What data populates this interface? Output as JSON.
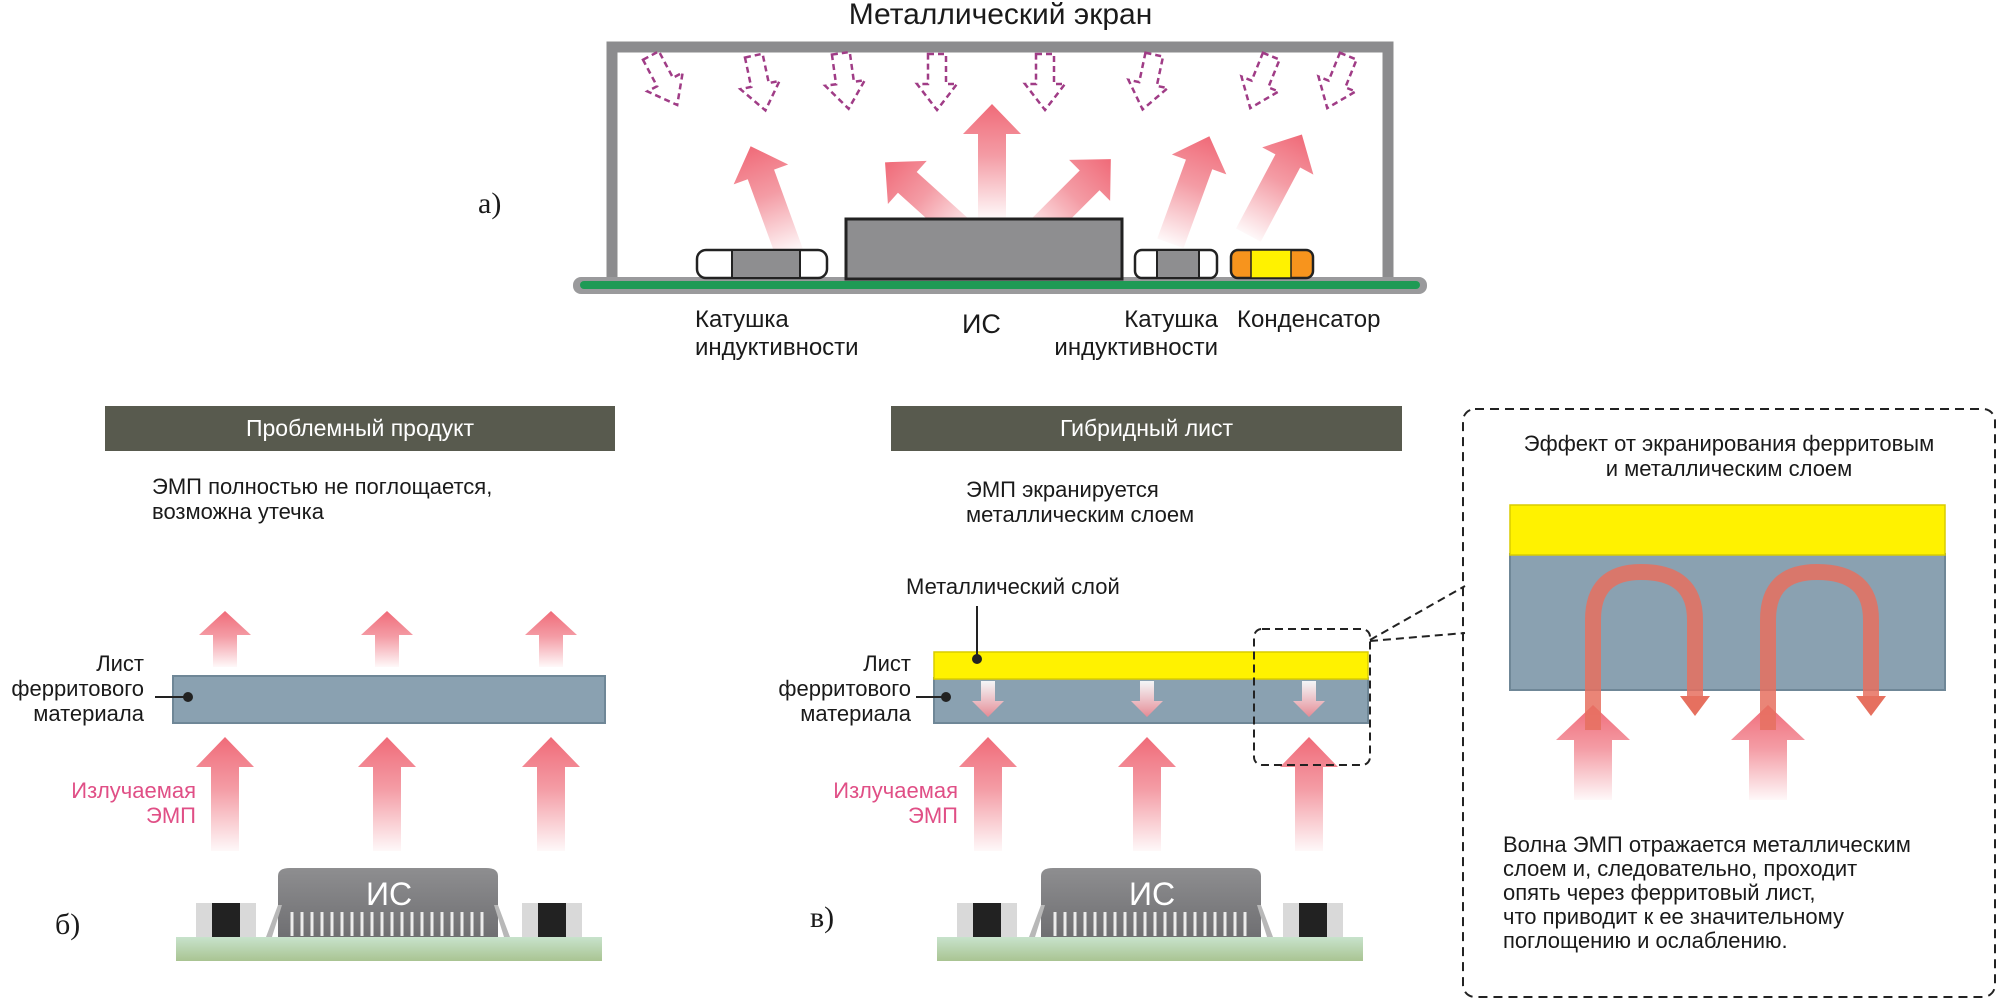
{
  "top": {
    "title": "Металлический экран",
    "label": "а)",
    "inductor_left": [
      "Катушка",
      "индуктивности"
    ],
    "ic": "ИС",
    "inductor_right": [
      "Катушка",
      "индуктивности"
    ],
    "capacitor": "Конденсатор"
  },
  "left_panel": {
    "label": "б)",
    "banner": "Проблемный продукт",
    "desc": [
      "ЭМП полностью не поглощается,",
      "возможна утечка"
    ],
    "ferrite": [
      "Лист",
      "ферритового",
      "материала"
    ],
    "emission": [
      "Излучаемая",
      "ЭМП"
    ],
    "ic": "ИС"
  },
  "mid_panel": {
    "label": "в)",
    "banner": "Гибридный лист",
    "desc": [
      "ЭМП экранируется",
      "металлическим слоем"
    ],
    "metal_layer": "Металлический слой",
    "ferrite": [
      "Лист",
      "ферритового",
      "материала"
    ],
    "emission": [
      "Излучаемая",
      "ЭМП"
    ],
    "ic": "ИС"
  },
  "detail": {
    "title": [
      "Эффект от экранирования ферритовым",
      "и металлическим слоем"
    ],
    "desc": [
      "Волна ЭМП отражается металлическим",
      "слоем и, следовательно, проходит",
      "опять через ферритовый лист,",
      "что приводит к ее значительному",
      "поглощению и ослаблению."
    ]
  },
  "colors": {
    "shield": "#8c8c8e",
    "pcb_green": "#1f9a55",
    "ferrite": "#8aa1b1",
    "metal": "#fff200",
    "banner": "#585a4e",
    "emission": "#f07a86",
    "reflected": "#a03c86",
    "capacitor": "#f7941d"
  }
}
